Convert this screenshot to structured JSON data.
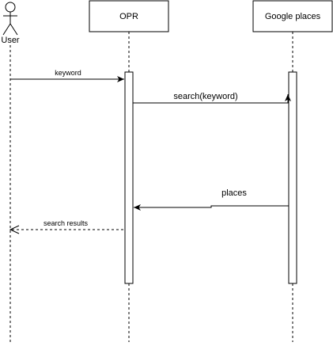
{
  "diagram": {
    "type": "sequence",
    "participants": {
      "user": {
        "label": "User",
        "kind": "actor"
      },
      "opr": {
        "label": "OPR",
        "kind": "box"
      },
      "google": {
        "label": "Google places",
        "kind": "box"
      }
    },
    "messages": {
      "keyword": {
        "label": "keyword",
        "from": "User",
        "to": "OPR",
        "style": "solid"
      },
      "search": {
        "label": "search(keyword)",
        "from": "OPR",
        "to": "Google places",
        "style": "solid"
      },
      "places": {
        "label": "places",
        "from": "Google places",
        "to": "OPR",
        "style": "solid"
      },
      "results": {
        "label": "search results",
        "from": "OPR",
        "to": "User",
        "style": "dashed"
      }
    },
    "colors": {
      "line": "#000000",
      "background": "#ffffff"
    }
  }
}
